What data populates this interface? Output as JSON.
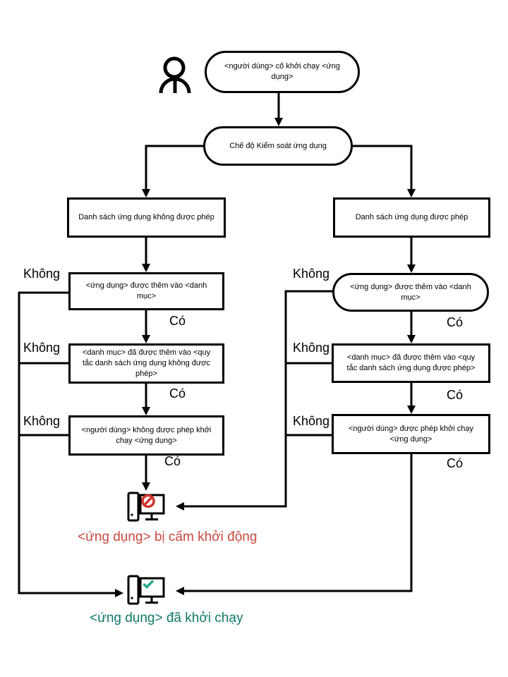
{
  "flow": {
    "start": "<người dùng> cố khởi chạy <ứng dụng>",
    "mode": "Chế độ Kiểm soát ứng dụng",
    "denylist": "Danh sách ứng dụng không được phép",
    "allowlist": "Danh sách ứng dụng được phép",
    "deny_app_added": "<ứng dụng> được thêm vào <danh mục>",
    "deny_cat_added": "<danh mục> đã được thêm vào <quy tắc danh sách ứng dụng không được phép>",
    "deny_user_blocked": "<người dùng> không được phép khởi chạy <ứng dụng>",
    "allow_app_added": "<ứng dụng> được thêm vào <danh mục>",
    "allow_cat_added": "<danh mục> đã được thêm vào <quy tắc danh sách ứng dụng được phép>",
    "allow_user_allowed": "<người dùng> được phép khởi chạy <ứng dụng>",
    "label_no": "Không",
    "label_yes": "Có",
    "blocked_caption": "<ứng dụng> bị cấm khởi động",
    "started_caption": "<ứng dụng> đã khởi chạy",
    "colors": {
      "line": "#000000",
      "blocked_text": "#c9493f",
      "started_text": "#0f7a6a",
      "prohibit_sign": "#d0342c",
      "check_sign": "#2aa98c"
    },
    "icons": [
      "user-icon",
      "computer-blocked-icon",
      "computer-started-icon"
    ]
  }
}
